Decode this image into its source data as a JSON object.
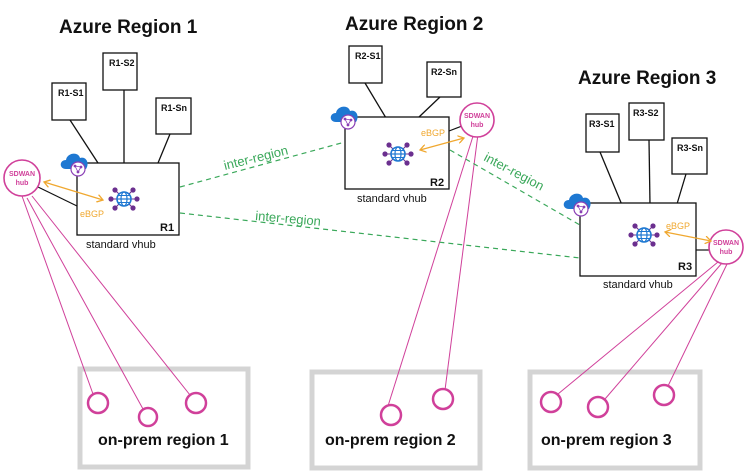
{
  "regions": [
    {
      "title": "Azure Region 1",
      "hub_id": "R1",
      "hub_type": "standard vhub",
      "spokes": [
        "R1-S1",
        "R1-S2",
        "R1-Sn"
      ],
      "sdwan": {
        "line1": "SDWAN",
        "line2": "hub"
      },
      "ebgp": "eBGP"
    },
    {
      "title": "Azure Region 2",
      "hub_id": "R2",
      "hub_type": "standard vhub",
      "spokes": [
        "R2-S1",
        "R2-Sn"
      ],
      "sdwan": {
        "line1": "SDWAN",
        "line2": "hub"
      },
      "ebgp": "eBGP"
    },
    {
      "title": "Azure Region 3",
      "hub_id": "R3",
      "hub_type": "standard vhub",
      "spokes": [
        "R3-S1",
        "R3-S2",
        "R3-Sn"
      ],
      "sdwan": {
        "line1": "SDWAN",
        "line2": "hub"
      },
      "ebgp": "eBGP"
    }
  ],
  "inter_region_links": [
    {
      "from": "R1",
      "to": "R2",
      "label": "inter-region"
    },
    {
      "from": "R1",
      "to": "R3",
      "label": "inter-region"
    },
    {
      "from": "R2",
      "to": "R3",
      "label": "inter-region"
    }
  ],
  "onprem": [
    {
      "label": "on-prem region 1",
      "sites": 3
    },
    {
      "label": "on-prem region 2",
      "sites": 2
    },
    {
      "label": "on-prem region 3",
      "sites": 3
    }
  ],
  "colors": {
    "sdwan": "#d0409a",
    "ebgp": "#f0a830",
    "inter_region": "#3aa85a",
    "onprem_border": "#d4d4d4",
    "azure_blue": "#1e78d2",
    "hub_purple": "#6b2f8f"
  }
}
